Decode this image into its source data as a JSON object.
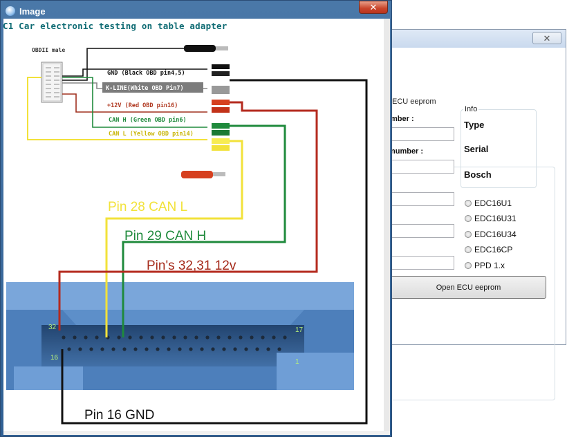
{
  "background_window": {
    "close_glyph": "✕",
    "group_title": "ECU eeprom",
    "labels": [
      "mber :",
      "number :"
    ],
    "info": {
      "title": "Info",
      "items": [
        "Type",
        "Serial",
        "Bosch"
      ]
    },
    "radios": [
      "EDC16U1",
      "EDC16U31",
      "EDC16U34",
      "EDC16CP",
      "PPD 1.x"
    ],
    "open_button": "Open ECU eeprom"
  },
  "image_window": {
    "title": "Image",
    "close_glyph": "✕",
    "diagram": {
      "title": "C1 Car electronic testing on table adapter",
      "connector_label": "OBDII male",
      "wire_labels": {
        "gnd": "GND (Black OBD pin4,5)",
        "kline": "K-LINE(White OBD Pin7)",
        "v12": "+12V (Red OBD pin16)",
        "canh": "CAN H (Green OBD pin6)",
        "canl": "CAN L (Yellow OBD pin14)"
      },
      "pin_labels": {
        "p28": "Pin 28 CAN L",
        "p29": "Pin 29 CAN H",
        "p3231": "Pin's 32,31 12v",
        "p16": "Pin 16 GND"
      },
      "connector_numbers": {
        "n32": "32",
        "n16": "16",
        "n17": "17",
        "n1": "1"
      }
    }
  },
  "colors": {
    "gnd_wire": "#111111",
    "v12_wire": "#b42a1e",
    "canh_wire": "#1f8a3c",
    "canl_wire": "#f2e23a",
    "title_teal": "#0e6b73",
    "connector_blue": "#5d8fc9"
  }
}
